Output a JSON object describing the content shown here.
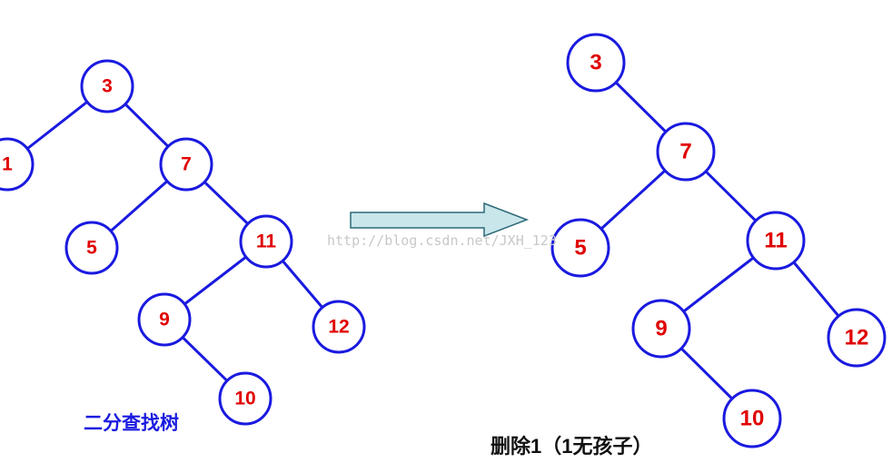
{
  "colors": {
    "edge": "#1a1ae0",
    "label": "#e00000",
    "arrow_fill": "#c9e6ea",
    "arrow_stroke": "#2d6a7a"
  },
  "left_tree": {
    "caption": "二分查找树",
    "nodes": [
      {
        "id": "3",
        "label": "3"
      },
      {
        "id": "1",
        "label": "1"
      },
      {
        "id": "7",
        "label": "7"
      },
      {
        "id": "5",
        "label": "5"
      },
      {
        "id": "11",
        "label": "11"
      },
      {
        "id": "9",
        "label": "9"
      },
      {
        "id": "12",
        "label": "12"
      },
      {
        "id": "10",
        "label": "10"
      }
    ],
    "edges": [
      [
        "3",
        "1"
      ],
      [
        "3",
        "7"
      ],
      [
        "7",
        "5"
      ],
      [
        "7",
        "11"
      ],
      [
        "11",
        "9"
      ],
      [
        "11",
        "12"
      ],
      [
        "9",
        "10"
      ]
    ]
  },
  "right_tree": {
    "caption": "删除1（1无孩子）",
    "nodes": [
      {
        "id": "3",
        "label": "3"
      },
      {
        "id": "7",
        "label": "7"
      },
      {
        "id": "5",
        "label": "5"
      },
      {
        "id": "11",
        "label": "11"
      },
      {
        "id": "9",
        "label": "9"
      },
      {
        "id": "12",
        "label": "12"
      },
      {
        "id": "10",
        "label": "10"
      }
    ],
    "edges": [
      [
        "3",
        "7"
      ],
      [
        "7",
        "5"
      ],
      [
        "7",
        "11"
      ],
      [
        "11",
        "9"
      ],
      [
        "11",
        "12"
      ],
      [
        "9",
        "10"
      ]
    ]
  },
  "watermark": "http://blog.csdn.net/JXH_123"
}
